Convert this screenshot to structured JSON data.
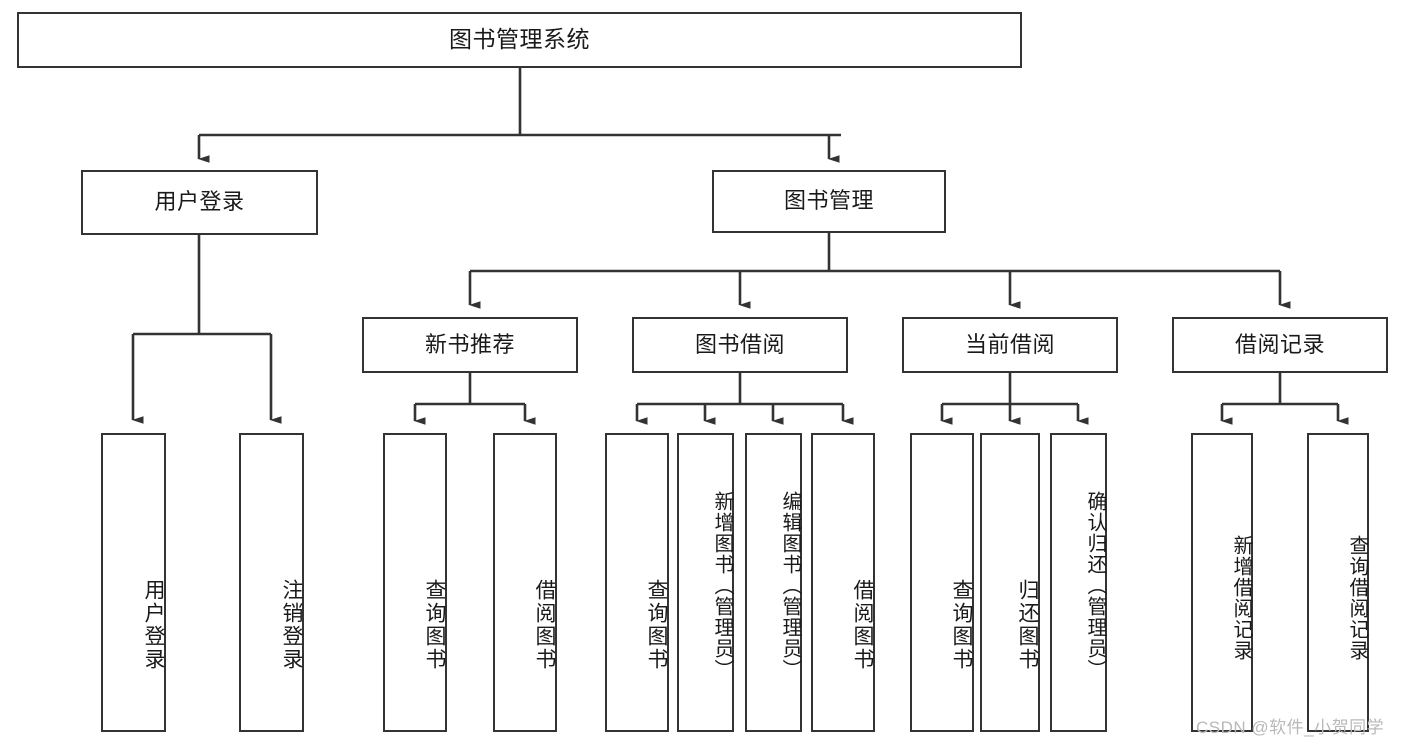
{
  "diagram": {
    "type": "tree-hierarchy-chart",
    "title": "图书管理系统",
    "colors": {
      "box_border": "#333333",
      "box_fill": "#ffffff",
      "connector": "#333333",
      "background": "#ffffff",
      "watermark": "#b9b9b9"
    },
    "root": {
      "label": "图书管理系统"
    },
    "level2": [
      {
        "id": "user-login",
        "label": "用户登录"
      },
      {
        "id": "book-manage",
        "label": "图书管理"
      }
    ],
    "level3": [
      {
        "id": "new-book-rec",
        "label": "新书推荐"
      },
      {
        "id": "book-borrow",
        "label": "图书借阅"
      },
      {
        "id": "current-borrow",
        "label": "当前借阅"
      },
      {
        "id": "borrow-record",
        "label": "借阅记录"
      }
    ],
    "leaves": [
      {
        "id": "leaf-user-login",
        "label": "用户登录",
        "parent": "user-login"
      },
      {
        "id": "leaf-logout",
        "label": "注销登录",
        "parent": "user-login"
      },
      {
        "id": "leaf-query-book-1",
        "label": "查询图书",
        "parent": "new-book-rec"
      },
      {
        "id": "leaf-borrow-book-1",
        "label": "借阅图书",
        "parent": "new-book-rec"
      },
      {
        "id": "leaf-query-book-2",
        "label": "查询图书",
        "parent": "book-borrow"
      },
      {
        "id": "leaf-add-book",
        "label": "新增图书（管理员）",
        "parent": "book-borrow"
      },
      {
        "id": "leaf-edit-book",
        "label": "编辑图书（管理员）",
        "parent": "book-borrow"
      },
      {
        "id": "leaf-borrow-book-2",
        "label": "借阅图书",
        "parent": "book-borrow"
      },
      {
        "id": "leaf-query-book-3",
        "label": "查询图书",
        "parent": "current-borrow"
      },
      {
        "id": "leaf-return-book",
        "label": "归还图书",
        "parent": "current-borrow"
      },
      {
        "id": "leaf-confirm-return",
        "label": "确认归还（管理员）",
        "parent": "current-borrow"
      },
      {
        "id": "leaf-add-record",
        "label": "新增借阅记录",
        "parent": "borrow-record"
      },
      {
        "id": "leaf-query-record",
        "label": "查询借阅记录",
        "parent": "borrow-record"
      }
    ],
    "watermark": "CSDN @软件_小贺同学"
  }
}
